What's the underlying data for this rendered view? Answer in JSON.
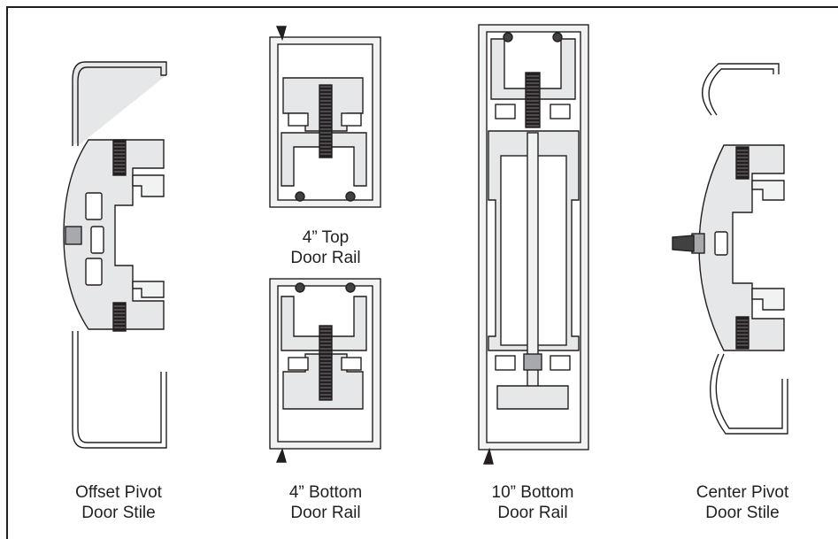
{
  "colors": {
    "outline": "#231f20",
    "profile_fill": "#e6e7e8",
    "light_fill": "#f1f2f2",
    "insert_fill": "#a7a9ac",
    "seal_fill": "#414042",
    "screw_fill": "#58595b"
  },
  "figures": [
    {
      "id": "offset-pivot-stile",
      "caption": [
        "Offset Pivot",
        "Door Stile"
      ]
    },
    {
      "id": "top-rail-4",
      "caption": [
        "4” Top",
        "Door Rail"
      ]
    },
    {
      "id": "bottom-rail-4",
      "caption": [
        "4” Bottom",
        "Door Rail"
      ]
    },
    {
      "id": "bottom-rail-10",
      "caption": [
        "10” Bottom",
        "Door Rail"
      ]
    },
    {
      "id": "center-pivot-stile",
      "caption": [
        "Center Pivot",
        "Door Stile"
      ]
    }
  ]
}
